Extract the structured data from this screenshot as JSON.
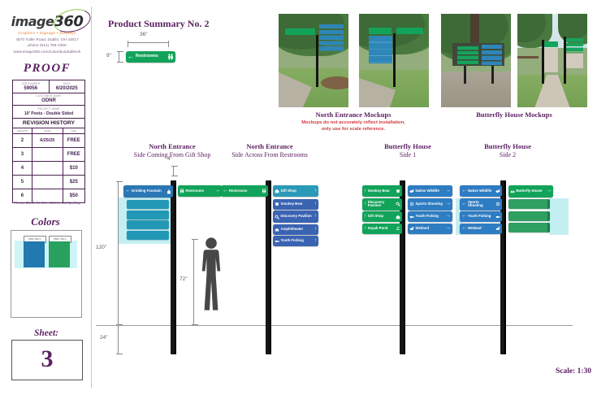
{
  "sidebar": {
    "logo": {
      "brand_image": "image",
      "brand_360": "360",
      "tagline": "Graphics • Signage • Displays"
    },
    "address_lines": [
      "4570 Tuller Road, Dublin, OH 43017",
      "phone (614) 766-1000",
      "www.image360.com/columbusdublinoh"
    ],
    "proof_title": "PROOF",
    "job": {
      "job_number_label": "JOB NUMBER",
      "job_number": "59056",
      "date_label": "DATE",
      "date": "6/20/2025",
      "customer_label": "CUSTOMER NAME",
      "customer": "ODNR",
      "project_label": "PROJECT NAME",
      "project": "10' Posts - Double Sided"
    },
    "revision": {
      "title": "REVISION HISTORY",
      "columns": [
        "VERSION",
        "DATE",
        "FEE"
      ],
      "rows": [
        [
          "2",
          "6/25/25",
          "FREE"
        ],
        [
          "3",
          "",
          "FREE"
        ],
        [
          "4",
          "",
          "$10"
        ],
        [
          "5",
          "",
          "$25"
        ],
        [
          "6",
          "",
          "$50"
        ]
      ]
    },
    "check_note": "Please Check for Size, Colors, and Spelling",
    "colors_panel": {
      "title": "Colors",
      "swatches": [
        {
          "label": "PMS 7461 C",
          "hex": "#2179ae"
        },
        {
          "label": "PMS 7724 C",
          "hex": "#28a15e"
        }
      ]
    },
    "sheet": {
      "label": "Sheet:",
      "number": "3"
    }
  },
  "header": {
    "title": "Product Summary No. 2"
  },
  "detail_sign": {
    "width_label": "36\"",
    "height_label": "9\"",
    "label": "Restrooms",
    "arrow": "←"
  },
  "mockups": {
    "north_caption": "North Entrance Mockups",
    "butterfly_caption": "Butterfly House Mockups",
    "disclaimer_line1": "Mockups do not accurately reflect installation,",
    "disclaimer_line2": "only use for scale reference."
  },
  "diagrams": [
    {
      "title": "North Entrance",
      "subtitle": "Side Coming From Gift Shop",
      "left_signs": [
        {
          "label": "Drinking Fountain",
          "arrow": "←"
        }
      ],
      "blank_panels": 4,
      "right_signs": [
        {
          "label": "Restrooms",
          "arrow": "→"
        }
      ]
    },
    {
      "title": "North Entrance",
      "subtitle": "Side Across From Restrooms",
      "left_signs": [
        {
          "label": "Restrooms",
          "arrow": "←"
        }
      ],
      "right_signs": [
        {
          "label": "Gift Shop",
          "arrow": "↑"
        },
        {
          "label": "Smokey Bear",
          "arrow": "↑"
        },
        {
          "label": "Discovery Pavilion",
          "arrow": "↑"
        },
        {
          "label": "Amphitheater",
          "arrow": "↑"
        },
        {
          "label": "Youth Fishing",
          "arrow": "↑"
        }
      ]
    },
    {
      "title": "Butterfly House",
      "subtitle": "Side 1",
      "left_signs": [
        {
          "label": "Smokey Bear",
          "arrow": "↑"
        },
        {
          "label": "Discovery Pavilion",
          "arrow": "↑"
        },
        {
          "label": "Gift Shop",
          "arrow": "↑"
        },
        {
          "label": "Kayak Pond",
          "arrow": "↑"
        }
      ],
      "right_signs": [
        {
          "label": "Native Wildlife",
          "arrow": "→"
        },
        {
          "label": "Sports Shooting",
          "arrow": "→"
        },
        {
          "label": "Youth Fishing",
          "arrow": "→"
        },
        {
          "label": "Wetland",
          "arrow": "→"
        }
      ]
    },
    {
      "title": "Butterfly House",
      "subtitle": "Side 2",
      "left_signs": [
        {
          "label": "Native Wildlife",
          "arrow": "←"
        },
        {
          "label": "Sports Shooting",
          "arrow": "←"
        },
        {
          "label": "Youth Fishing",
          "arrow": "←"
        },
        {
          "label": "Wetland",
          "arrow": "←"
        }
      ],
      "right_signs": [
        {
          "label": "Butterfly House",
          "arrow": "→"
        }
      ],
      "blank_panels": 3
    }
  ],
  "dimensions": {
    "post_width": "4\"",
    "above_ground": "120\"",
    "person_height": "72\"",
    "below_ground": "24\""
  },
  "scale_note": "Scale: 1:30",
  "palette": {
    "sign_green": "#12a35a",
    "sign_blue": "#2e7cc2",
    "sign_indigo": "#3a63b2",
    "sign_teal": "#2a9ab8",
    "highlight_cyan": "#c3eff3",
    "heading_purple": "#5d2263",
    "disclaimer_red": "#d4393f"
  },
  "icons": {
    "left-arrow": "←",
    "right-arrow": "→",
    "up-arrow": "↑",
    "restrooms-icon": "person-pair",
    "drinking-fountain-icon": "fountain",
    "gift-shop-icon": "house",
    "smokey-bear-icon": "bear",
    "discovery-pavilion-icon": "magnifier",
    "amphitheater-icon": "amphitheater",
    "youth-fishing-icon": "fish",
    "native-wildlife-icon": "eagle",
    "sports-shooting-icon": "target",
    "wetland-icon": "duck",
    "kayak-pond-icon": "kayaker",
    "butterfly-house-icon": "butterfly"
  }
}
